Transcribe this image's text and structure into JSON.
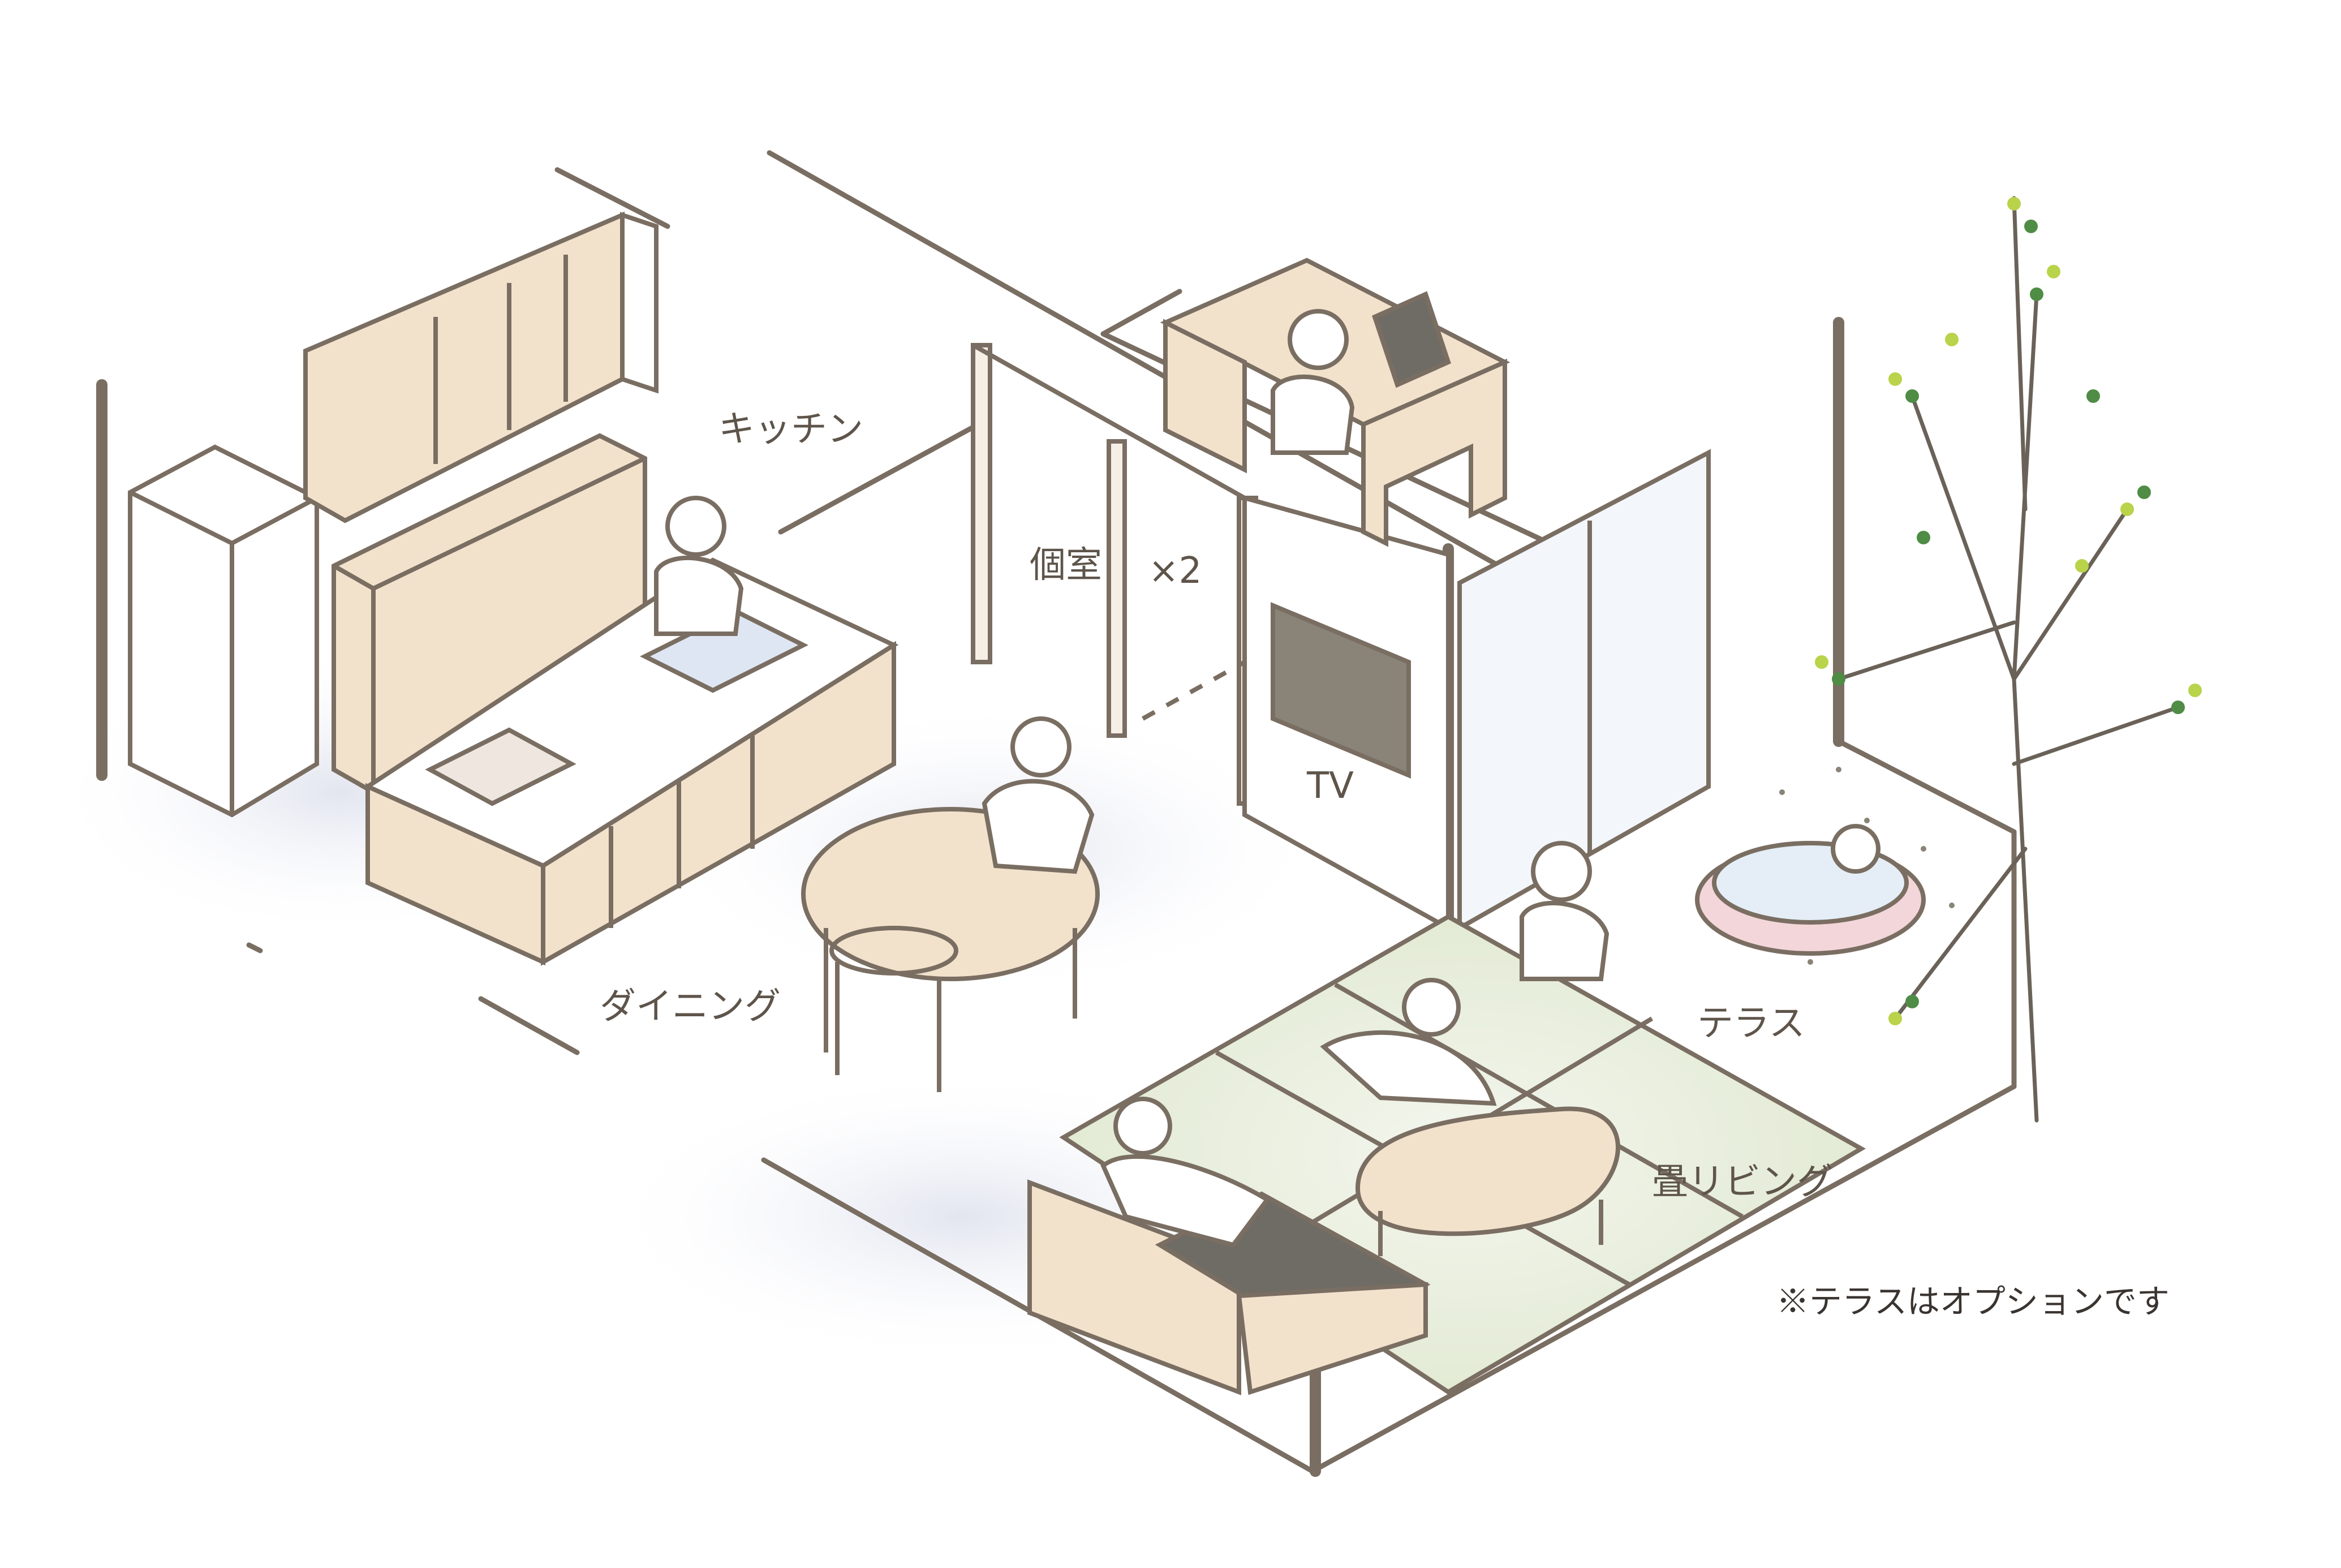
{
  "labels": {
    "kitchen": "キッチン",
    "private_room": "個室",
    "private_room_count": "×2",
    "tv": "TV",
    "dining": "ダイニング",
    "terrace": "テラス",
    "tatami_living": "畳リビング"
  },
  "note": "※テラスはオプションです",
  "colors": {
    "line": "#7a6e62",
    "wood": "#f2e2cc",
    "tatami": "#e5ecd8",
    "tv_screen": "#8a8478",
    "cushion": "#6f6c66",
    "pool": "#f3d6da",
    "leaf_dark": "#4f8c45",
    "leaf_light": "#b9d34a",
    "shadow": "#e4e6ef"
  },
  "icons": [
    "person-icon",
    "tree-icon",
    "pool-icon",
    "laptop-icon",
    "tv-icon",
    "sofa-icon"
  ]
}
